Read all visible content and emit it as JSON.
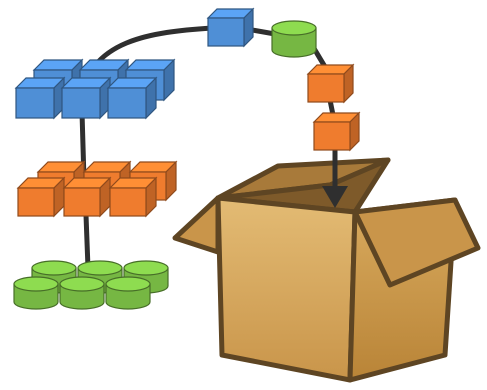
{
  "diagram": {
    "blue_stack": {
      "color": "#4f8fd6",
      "icon": "cube-icon",
      "count": 6
    },
    "orange_stack": {
      "color": "#ef7c2e",
      "icon": "cube-icon",
      "count": 6
    },
    "green_stack": {
      "color": "#76b743",
      "icon": "cylinder-icon",
      "count": 6
    },
    "flow_items": [
      "blue-cube",
      "green-cylinder",
      "orange-cube",
      "orange-cube"
    ],
    "container": {
      "icon": "open-box-icon",
      "color": "#d6a95e"
    },
    "connector_color": "#2f2f2f"
  }
}
